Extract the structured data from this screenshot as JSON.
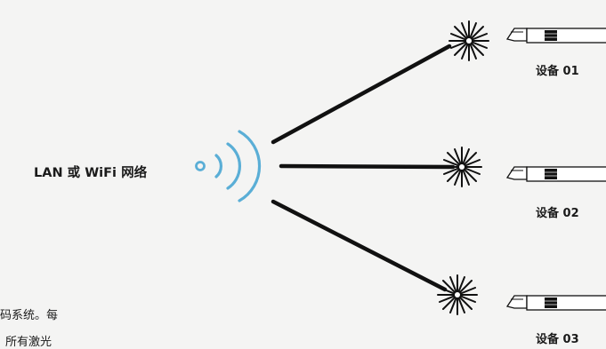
{
  "network": {
    "label": "LAN 或 WiFi 网络"
  },
  "devices": [
    {
      "label": "设备 01"
    },
    {
      "label": "设备 02"
    },
    {
      "label": "设备 03"
    }
  ],
  "caption": {
    "line1": "码系统。每",
    "line2": "所有激光"
  },
  "colors": {
    "wifi_arcs": "#5aaed6",
    "lines": "#111111",
    "background": "#f4f4f3"
  },
  "icons": [
    "wifi-icon",
    "laser-burst-icon",
    "laser-marker-device-icon"
  ]
}
